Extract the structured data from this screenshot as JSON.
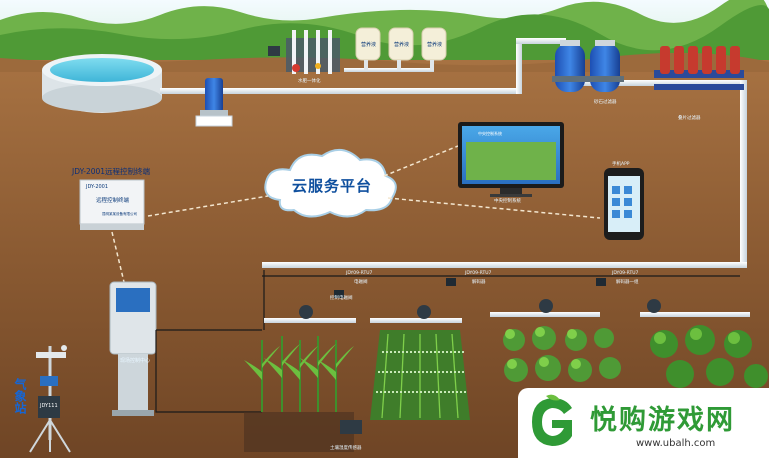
{
  "diagram": {
    "cloud_label": "云服务平台",
    "nutrient_tanks": [
      "营养液",
      "营养液",
      "营养液"
    ],
    "fertilizer_unit": "水肥一体化",
    "sand_filter": "砂石过滤器",
    "disc_filter": "叠片过滤器",
    "rtu_title": "JDY-2001远程控制终端",
    "rtu_model": "JDY-2001",
    "rtu_panel": "远程控制终端",
    "rtu_maker": "昆明某某设备有限公司",
    "control_software": "中央控制系统",
    "phone_app": "手机APP",
    "field_center": "现场控制中心",
    "weather_station": "气象站",
    "weather_box": "JDY111",
    "valve_ctrl_1": "JDY09-RTU7",
    "valve_label_1": "电磁阀",
    "valve_ctrl_2": "JDY09-RTU7",
    "valve_label_2": "解码器",
    "valve_ctrl_3": "JDY09-RTU7",
    "valve_label_3": "解码器一组",
    "valve_small": "控制电磁阀",
    "soil_sensor": "土壤湿度传感器"
  },
  "watermark": {
    "name": "悦购游戏网",
    "url": "www.ubalh.com"
  },
  "colors": {
    "soil": "#8a5a32",
    "sky": "#e7f6fb",
    "grass": "#4f9a36",
    "pipe": "#e9eef2",
    "cloud_text": "#0e4f9e",
    "brand": "#2f9a36"
  }
}
